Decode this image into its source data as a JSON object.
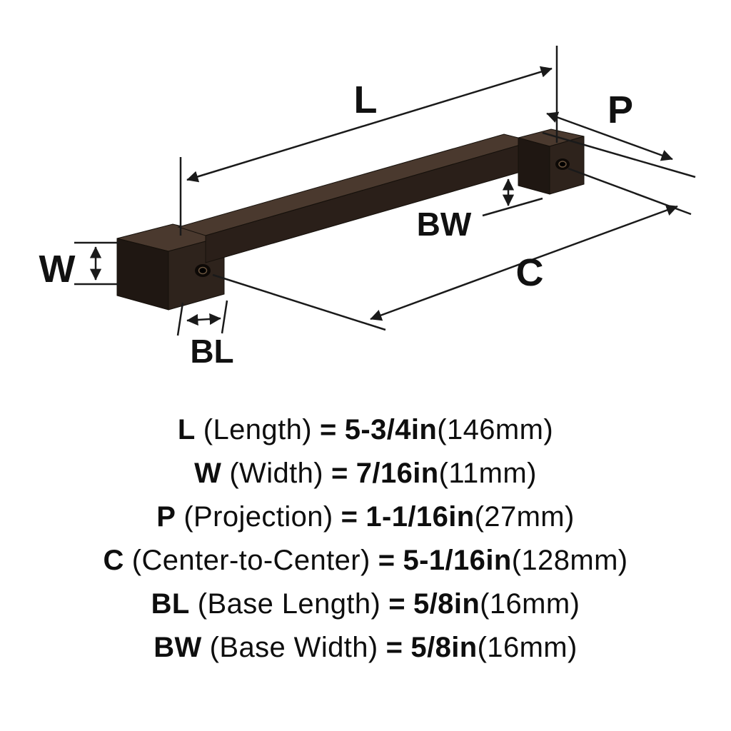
{
  "diagram": {
    "labels": {
      "length": "L",
      "projection": "P",
      "width": "W",
      "center": "C",
      "base_length": "BL",
      "base_width": "BW"
    },
    "colors": {
      "handle_top": "#4a392e",
      "handle_front": "#2e231c",
      "handle_side": "#1f1712",
      "bar_front": "#2a1f19",
      "hole_outer": "#0d0906",
      "hole_inner": "#000000",
      "hole_ring": "#6b553f",
      "line": "#1a1a1a"
    }
  },
  "specs": [
    {
      "key": "L",
      "name": "(Length)",
      "eq": "=",
      "value": "5-3/4in",
      "metric": "(146mm)"
    },
    {
      "key": "W",
      "name": "(Width)",
      "eq": "=",
      "value": "7/16in",
      "metric": "(11mm)"
    },
    {
      "key": "P",
      "name": "(Projection)",
      "eq": "=",
      "value": "1-1/16in",
      "metric": "(27mm)"
    },
    {
      "key": "C",
      "name": "(Center-to-Center)",
      "eq": "=",
      "value": "5-1/16in",
      "metric": "(128mm)"
    },
    {
      "key": "BL",
      "name": "(Base Length)",
      "eq": "=",
      "value": "5/8in",
      "metric": "(16mm)"
    },
    {
      "key": "BW",
      "name": "(Base Width)",
      "eq": "=",
      "value": "5/8in",
      "metric": "(16mm)"
    }
  ]
}
